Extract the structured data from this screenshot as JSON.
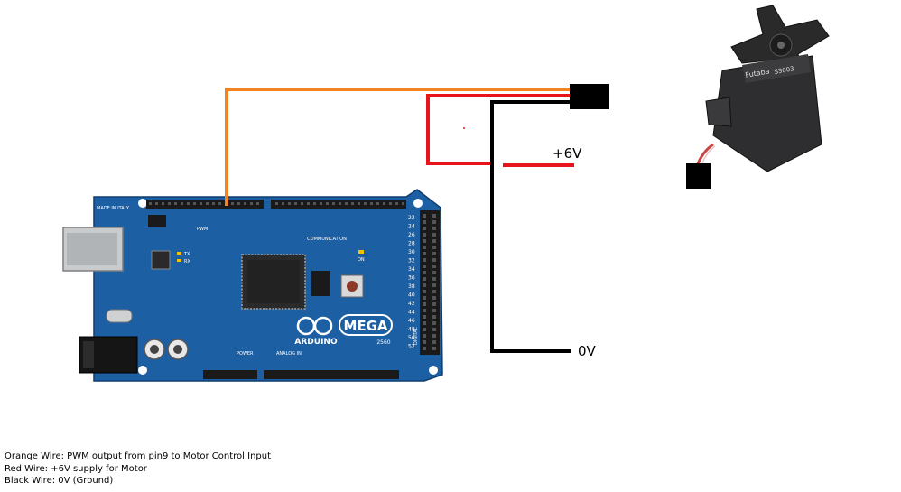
{
  "labels": {
    "plus6v": "+6V",
    "zero_v": "0V"
  },
  "board": {
    "made_in": "MADE IN ITALY",
    "logo_text": "MEGA",
    "brand": "ARDUINO",
    "model": "2560",
    "communication": "COMMUNICATION",
    "pwm": "PWM",
    "power": "POWER",
    "analog_in": "ANALOG IN",
    "digital": "DIGITAL",
    "on": "ON",
    "tx": "TX",
    "rx": "RX",
    "right_header_pins": [
      "22",
      "24",
      "26",
      "28",
      "30",
      "32",
      "34",
      "36",
      "38",
      "40",
      "42",
      "44",
      "46",
      "48",
      "50",
      "52"
    ]
  },
  "servo": {
    "brand": "Futaba",
    "model": "S3003"
  },
  "legend": [
    "Orange Wire: PWM output from pin9 to Motor Control Input",
    "Red Wire: +6V supply for Motor",
    "Black Wire: 0V (Ground)"
  ],
  "colors": {
    "orange_wire": "#f58220",
    "red_wire": "#e8141b",
    "black_wire": "#000000",
    "board_blue": "#1d5fa3",
    "header_black": "#1a1a1a",
    "connector_black": "#000000"
  }
}
